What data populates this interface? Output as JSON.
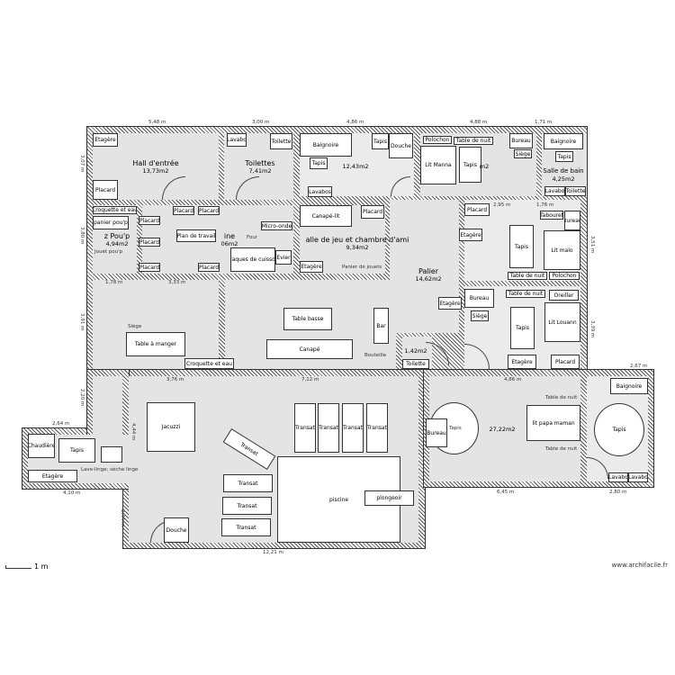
{
  "rooms": [
    {
      "name": "Hall d'entrée",
      "area": "13,73m2"
    },
    {
      "name": "Toilettes",
      "area": "7,41m2"
    },
    {
      "name": "",
      "area": "12,43m2"
    },
    {
      "name": "",
      "area": "m2"
    },
    {
      "name": "Salle de bain",
      "area": "4,25m2"
    },
    {
      "name": "z Pou'p",
      "area": "4,94m2"
    },
    {
      "name": "ine",
      "area": "06m2"
    },
    {
      "name": "alle de jeu et chambre d'ami",
      "area": "9,34m2"
    },
    {
      "name": "Palier",
      "area": "14,62m2"
    },
    {
      "name": "",
      "area": "1,42m2"
    },
    {
      "name": "",
      "area": "27,22m2"
    }
  ],
  "furniture": [
    "Etagère",
    "Placard",
    "Lavabo",
    "Toilette",
    "Baignoire",
    "Tapis",
    "Douche",
    "Lavabos",
    "Polochon",
    "Table de nuit",
    "Lit Manna",
    "Tapis",
    "Bureau",
    "Siège",
    "Baignoire",
    "Tapis",
    "Lavabo",
    "Toilette",
    "Croquette et eau",
    "panier pou'p",
    "Jouet pou'p",
    "Placard",
    "Plan de travail",
    "Four",
    "Micro-onde",
    "Plaques de cuisson",
    "Evier",
    "Canapé-lit",
    "Placard",
    "Etagère",
    "Panier de jouets",
    "Placard",
    "Etagère",
    "Tapis",
    "Lit malo",
    "Tabouret",
    "Bureau",
    "Table de nuit",
    "Polochon",
    "Bureau",
    "Siège",
    "Tapis",
    "Table de nuit",
    "Oreiller",
    "Lit Louann",
    "Etagère",
    "Placard",
    "Table à manger",
    "Siège",
    "Croquette et eau",
    "Table basse",
    "Canapé",
    "Bar",
    "Bouteille",
    "Toilette",
    "Jacuzzi",
    "Transat",
    "Transat",
    "Transat",
    "Transat",
    "Transat",
    "Transat",
    "Transat",
    "Transat",
    "piscine",
    "plongeoir",
    "Douche",
    "Chaudière",
    "Tapis",
    "Etagère",
    "Lave-linge; sèche linge",
    "Bureau",
    "Tapis",
    "lit papa maman",
    "Table de nuit",
    "Table de nuit",
    "Baignoire",
    "Tapis",
    "Lavabo",
    "Lavabo"
  ],
  "dimensions": [
    "5,48 m",
    "3,00 m",
    "4,86 m",
    "4,88 m",
    "1,71 m",
    "3,07 m",
    "3,80 m",
    "3,91 m",
    "2,20 m",
    "2,64 m",
    "4,10 m",
    "12,21 m",
    "6,45 m",
    "2,80 m",
    "3,76 m",
    "7,12 m",
    "4,86 m",
    "1,78 m",
    "3,33 m",
    "2,95 m",
    "1,76 m",
    "3,51 m",
    "3,39 m",
    "4,44 m",
    "2,44 m",
    "2,67 m"
  ],
  "scale_label": "1 m",
  "brand": "www.archifacile.fr"
}
